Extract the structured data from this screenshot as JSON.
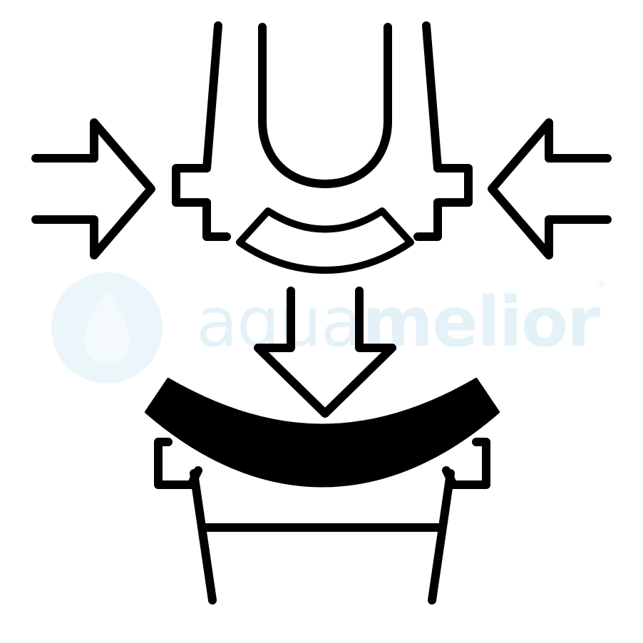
{
  "diagram": {
    "type": "instruction-pictogram",
    "icons": [
      "clip-holder-icon",
      "arrow-right-icon",
      "arrow-left-icon",
      "arrow-down-icon",
      "curved-filter-icon",
      "mount-base-icon"
    ]
  },
  "watermark": {
    "text_light": "aqua",
    "text_bold": "melior",
    "registered": "®",
    "color": "#9fd3e6",
    "opacity": 0.28
  },
  "colors": {
    "ink": "#000000",
    "background": "#ffffff"
  }
}
